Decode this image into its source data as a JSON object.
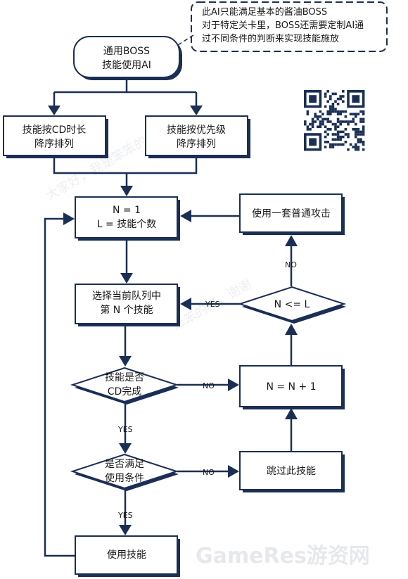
{
  "note": {
    "lines": [
      "此AI只能满足基本的酱油BOSS",
      "对于特定关卡里，BOSS还需要定制AI通",
      "过不同条件的判断来实现技能施放"
    ]
  },
  "nodes": {
    "start": [
      "通用BOSS",
      "技能使用AI"
    ],
    "sort_cd": [
      "技能按CD时长",
      "降序排列"
    ],
    "sort_priority": [
      "技能按优先级",
      "降序排列"
    ],
    "init": [
      "N = 1",
      "L = 技能个数"
    ],
    "normal_attack": [
      "使用一套普通攻击"
    ],
    "select_skill": [
      "选择当前队列中",
      "第 N 个技能"
    ],
    "check_n": [
      "N <= L"
    ],
    "check_cd": [
      "技能是否",
      "CD完成"
    ],
    "increment": [
      "N = N + 1"
    ],
    "check_condition": [
      "是否满足",
      "使用条件"
    ],
    "skip_skill": [
      "跳过此技能"
    ],
    "use_skill": [
      "使用技能"
    ]
  },
  "edge_labels": {
    "check_n_yes": "YES",
    "check_n_no": "NO",
    "cd_no": "NO",
    "cd_yes": "YES",
    "condition_no": "NO",
    "condition_yes": "YES"
  },
  "watermark": {
    "brand": "GameRes游资网"
  },
  "colors": {
    "stroke": "#1b2f55",
    "background": "#ffffff"
  }
}
